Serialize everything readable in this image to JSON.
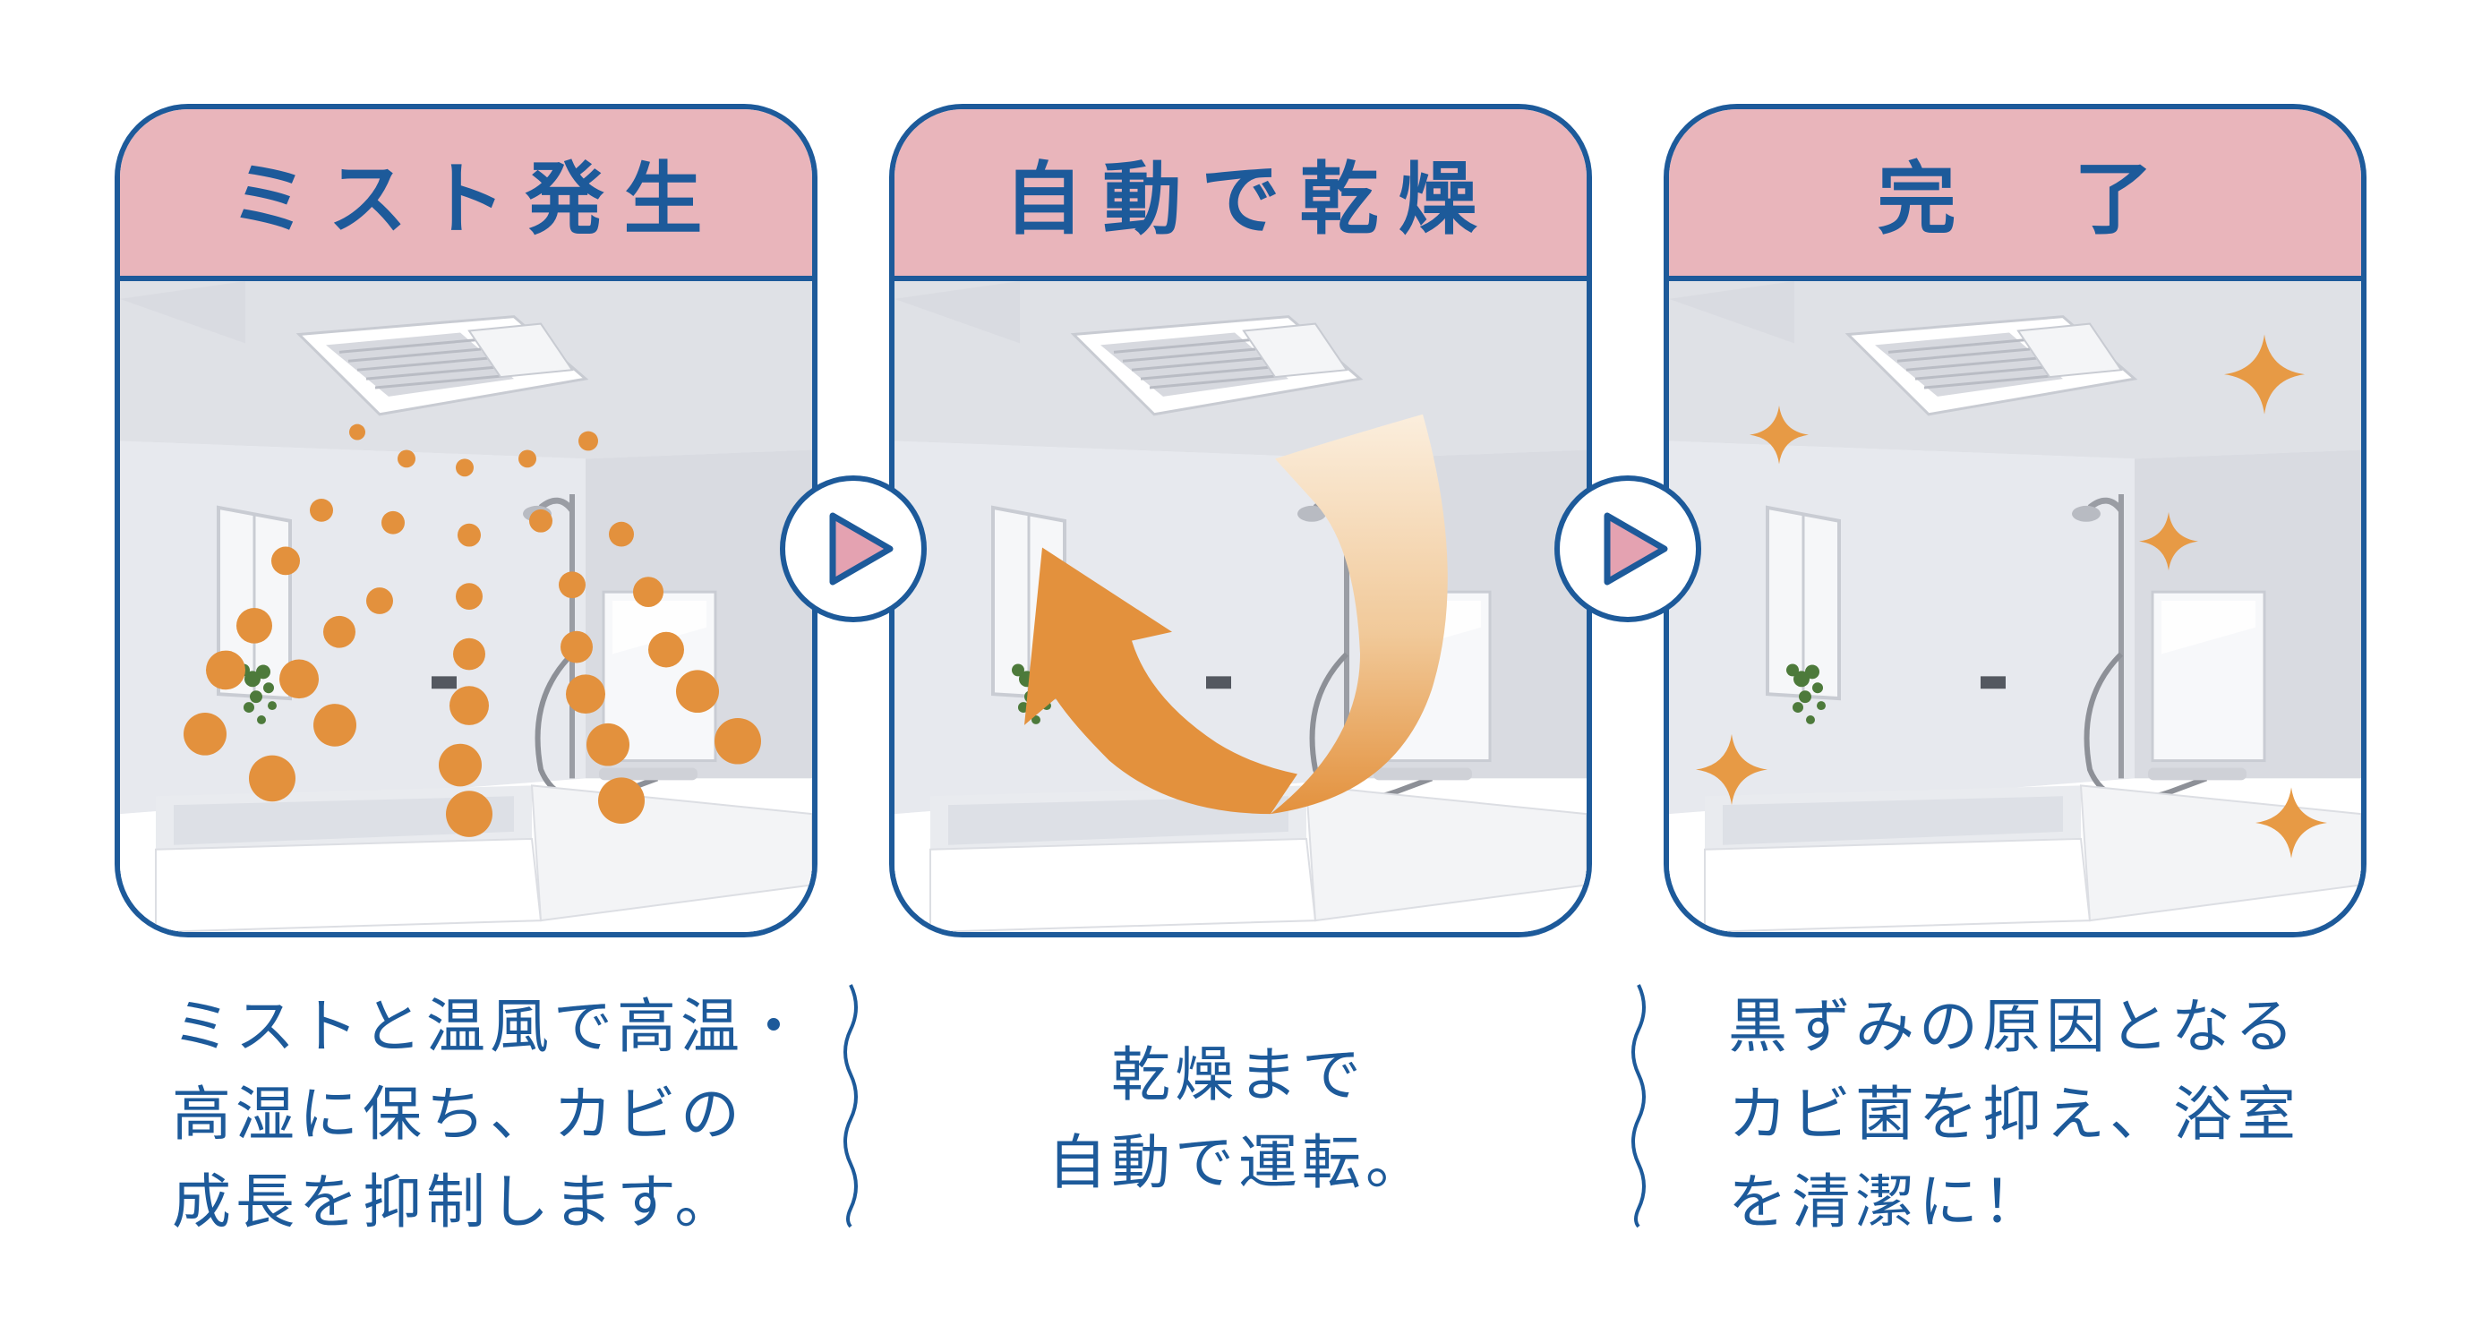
{
  "steps": [
    {
      "title": "ミスト発生",
      "caption": [
        "ミストと温風で高温・",
        "高湿に保ち、カビの",
        "成長を抑制します。"
      ]
    },
    {
      "title": "自動で乾燥",
      "caption": [
        "乾燥まで",
        "自動で運転。"
      ]
    },
    {
      "title": "完　了",
      "caption": [
        "黒ずみの原因となる",
        "カビ菌を抑え、浴室",
        "を清潔に！"
      ]
    }
  ],
  "colors": {
    "border": "#1d5a9a",
    "header_bg": "#e9b5bb",
    "arrow_fill": "#e4a2b1",
    "mist": "#e3913d",
    "sparkle": "#e79a45"
  },
  "icons": [
    "play-arrow-icon",
    "sparkle-icon",
    "wavy-divider-icon"
  ]
}
